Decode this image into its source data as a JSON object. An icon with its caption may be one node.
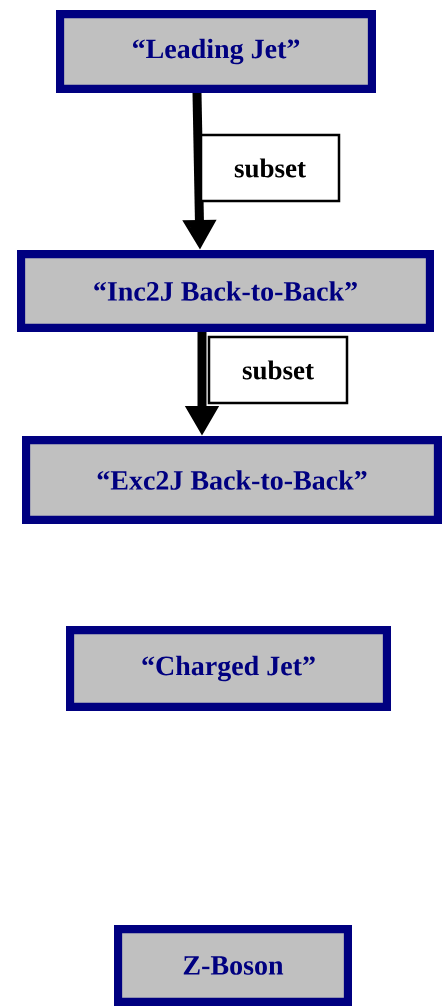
{
  "diagram": {
    "nodes": [
      {
        "text": [
          "“Leading Jet”"
        ]
      },
      {
        "text": [
          "“Inc2J Back-to-Back”"
        ]
      },
      {
        "text": [
          "“Exc2J Back-to-Back”"
        ]
      },
      {
        "text": [
          "“Charged Jet”"
        ]
      },
      {
        "text": [
          "Z-Boson"
        ]
      }
    ],
    "edges": [
      {
        "from": 0,
        "to": 1,
        "arrow": "to",
        "label": "subset"
      },
      {
        "from": 1,
        "to": 2,
        "arrow": "to",
        "label": "subset"
      }
    ]
  }
}
